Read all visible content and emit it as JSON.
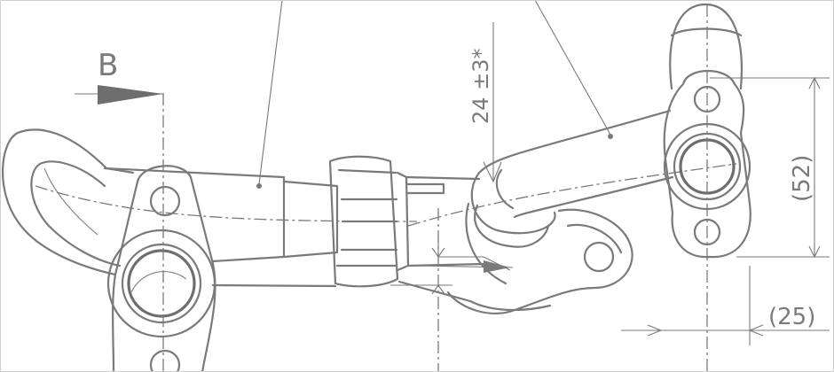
{
  "view_label": "B",
  "dim_vertical_text": "24 ±3*",
  "dim_right_text": "(52)",
  "dim_bottom_text": "(25)",
  "line_color": "#7a7a7a"
}
